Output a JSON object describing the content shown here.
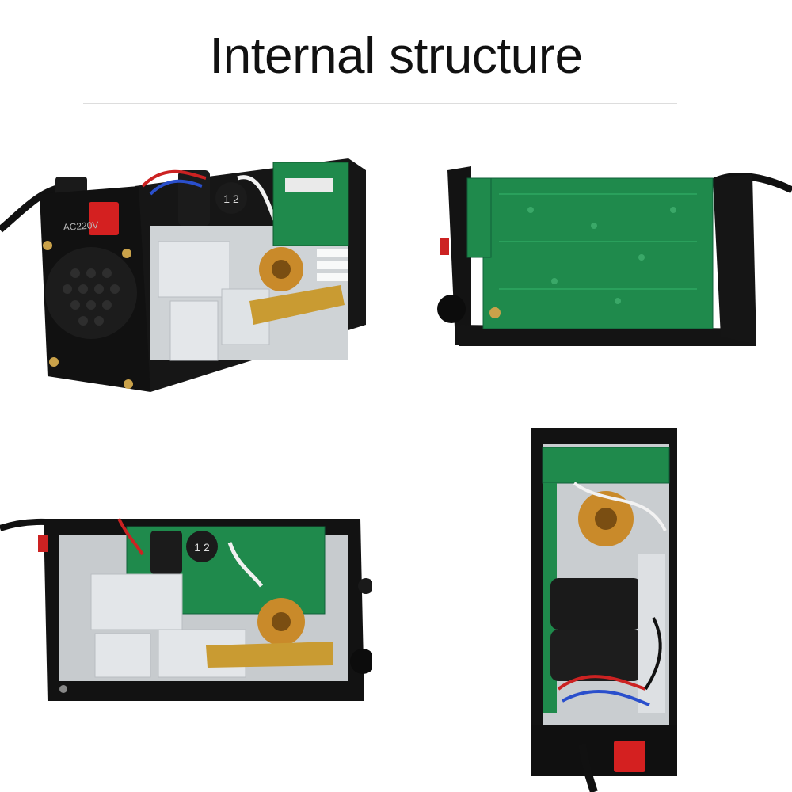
{
  "header": {
    "title": "Internal structure"
  },
  "photos": {
    "front_left": {
      "panel_label": "AC220V",
      "capacitor_label": "1 2"
    },
    "bottom_left": {
      "capacitor_label": "1 2"
    }
  },
  "colors": {
    "background": "#ffffff",
    "chassis": "#121212",
    "pcb": "#1f8a4c",
    "heatsink": "#d9dde0",
    "copper": "#c98a2a",
    "switch_red": "#d42020"
  },
  "icons": [
    "fan-grille-icon",
    "power-switch-icon",
    "power-cable-icon",
    "knob-icon"
  ]
}
